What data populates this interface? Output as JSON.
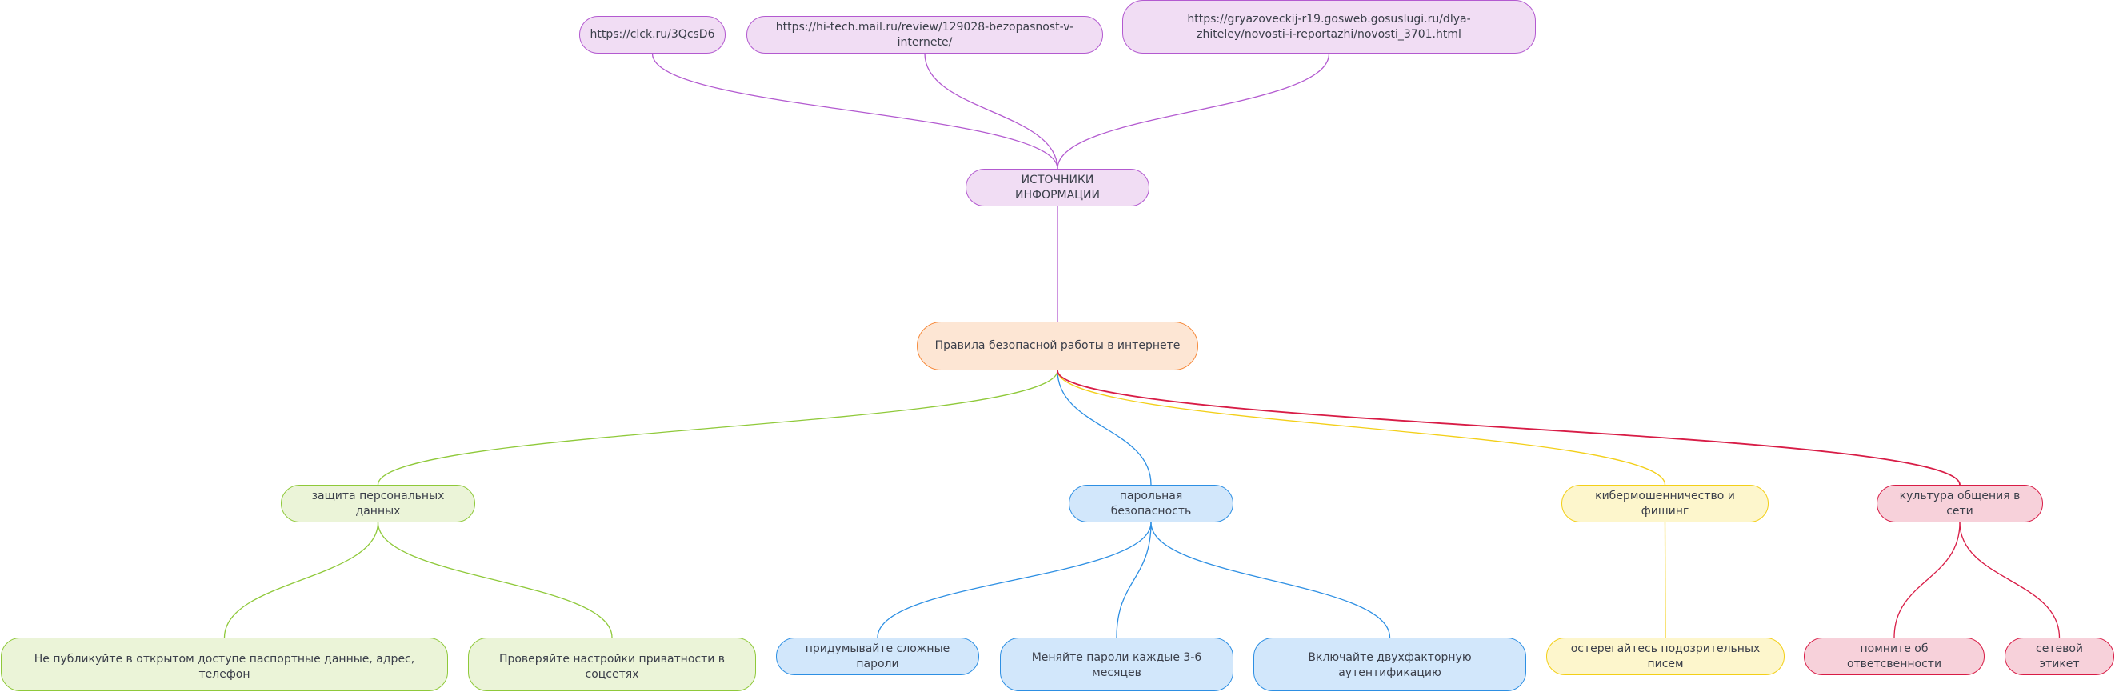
{
  "diagram": {
    "type": "mind-map",
    "colors": {
      "purple": "#b35ad0",
      "orange": "#f68a3c",
      "green": "#8fc93a",
      "blue": "#2d8fe3",
      "yellow": "#f3cf18",
      "red": "#d81c46"
    },
    "sources": {
      "label": "ИСТОЧНИКИ ИНФОРМАЦИИ",
      "links": [
        "https://clck.ru/3QcsD6",
        "https://hi-tech.mail.ru/review/129028-bezopasnost-v-internete/",
        "https://gryazoveckij-r19.gosweb.gosuslugi.ru/dlya-zhiteley/novosti-i-reportazhi/novosti_3701.html"
      ]
    },
    "root": {
      "label": "Правила безопасной работы в интернете"
    },
    "branches": [
      {
        "label": "защита персональных данных",
        "color": "green",
        "children": [
          "Не публикуйте в открытом доступе паспортные данные, адрес, телефон",
          "Проверяйте настройки приватности в соцсетях"
        ]
      },
      {
        "label": "парольная безопасность",
        "color": "blue",
        "children": [
          "придумывайте сложные пароли",
          "Меняйте пароли каждые 3-6 месяцев",
          "Включайте двухфакторную аутентификацию"
        ]
      },
      {
        "label": "кибермошенничество и фишинг",
        "color": "yellow",
        "children": [
          "остерегайтесь подозрительных писем"
        ]
      },
      {
        "label": "культура общения в сети",
        "color": "red",
        "children": [
          "помните об ответсвенности",
          "сетевой этикет"
        ]
      }
    ]
  }
}
